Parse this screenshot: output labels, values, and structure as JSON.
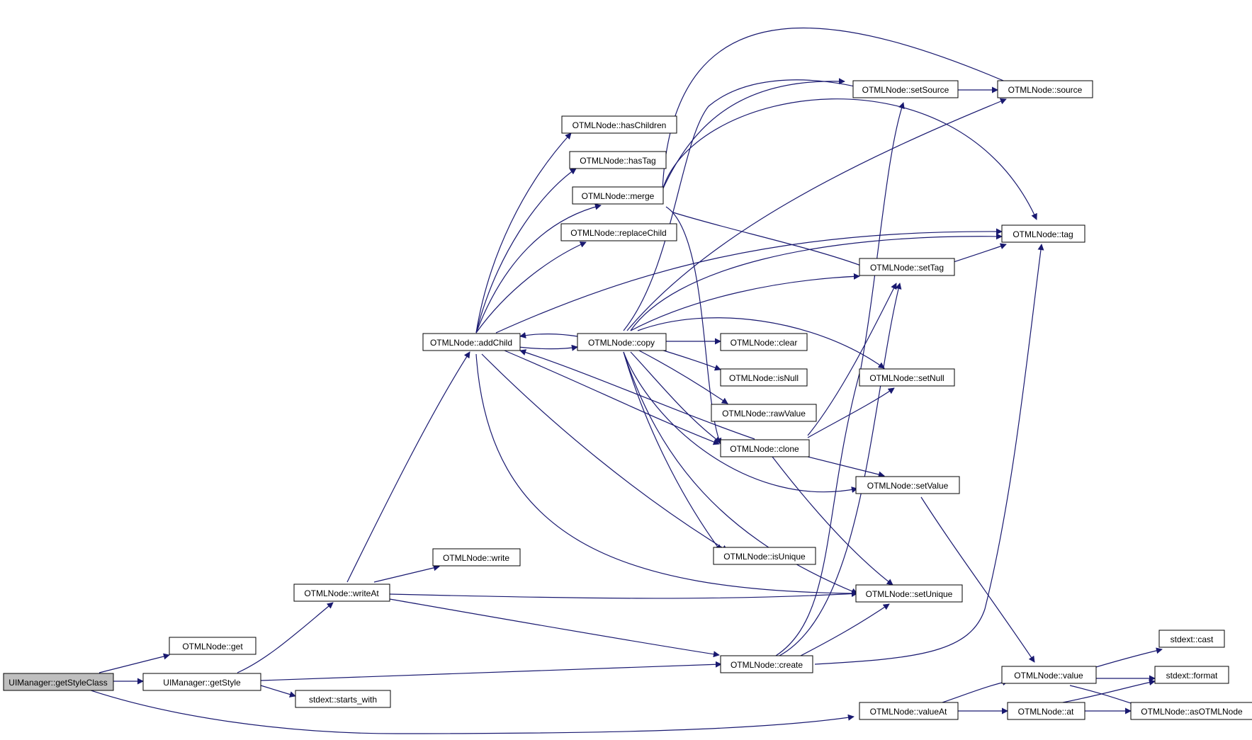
{
  "nodes": {
    "getStyleClass": "UIManager::getStyleClass",
    "getStyle": "UIManager::getStyle",
    "get": "OTMLNode::get",
    "writeAt": "OTMLNode::writeAt",
    "starts_with": "stdext::starts_with",
    "write": "OTMLNode::write",
    "addChild": "OTMLNode::addChild",
    "copy": "OTMLNode::copy",
    "hasChildren": "OTMLNode::hasChildren",
    "hasTag": "OTMLNode::hasTag",
    "merge": "OTMLNode::merge",
    "replaceChild": "OTMLNode::replaceChild",
    "clear": "OTMLNode::clear",
    "isNull": "OTMLNode::isNull",
    "rawValue": "OTMLNode::rawValue",
    "clone": "OTMLNode::clone",
    "isUnique": "OTMLNode::isUnique",
    "create": "OTMLNode::create",
    "setSource": "OTMLNode::setSource",
    "setTag": "OTMLNode::setTag",
    "setNull": "OTMLNode::setNull",
    "setValue": "OTMLNode::setValue",
    "setUnique": "OTMLNode::setUnique",
    "valueAt": "OTMLNode::valueAt",
    "source": "OTMLNode::source",
    "tag": "OTMLNode::tag",
    "value": "OTMLNode::value",
    "at": "OTMLNode::at",
    "cast": "stdext::cast",
    "format": "stdext::format",
    "asOTMLNode": "OTMLNode::asOTMLNode"
  },
  "colors": {
    "edge": "#191970",
    "root_fill": "#bfbfbf",
    "node_fill": "#ffffff",
    "node_border": "#000000"
  }
}
